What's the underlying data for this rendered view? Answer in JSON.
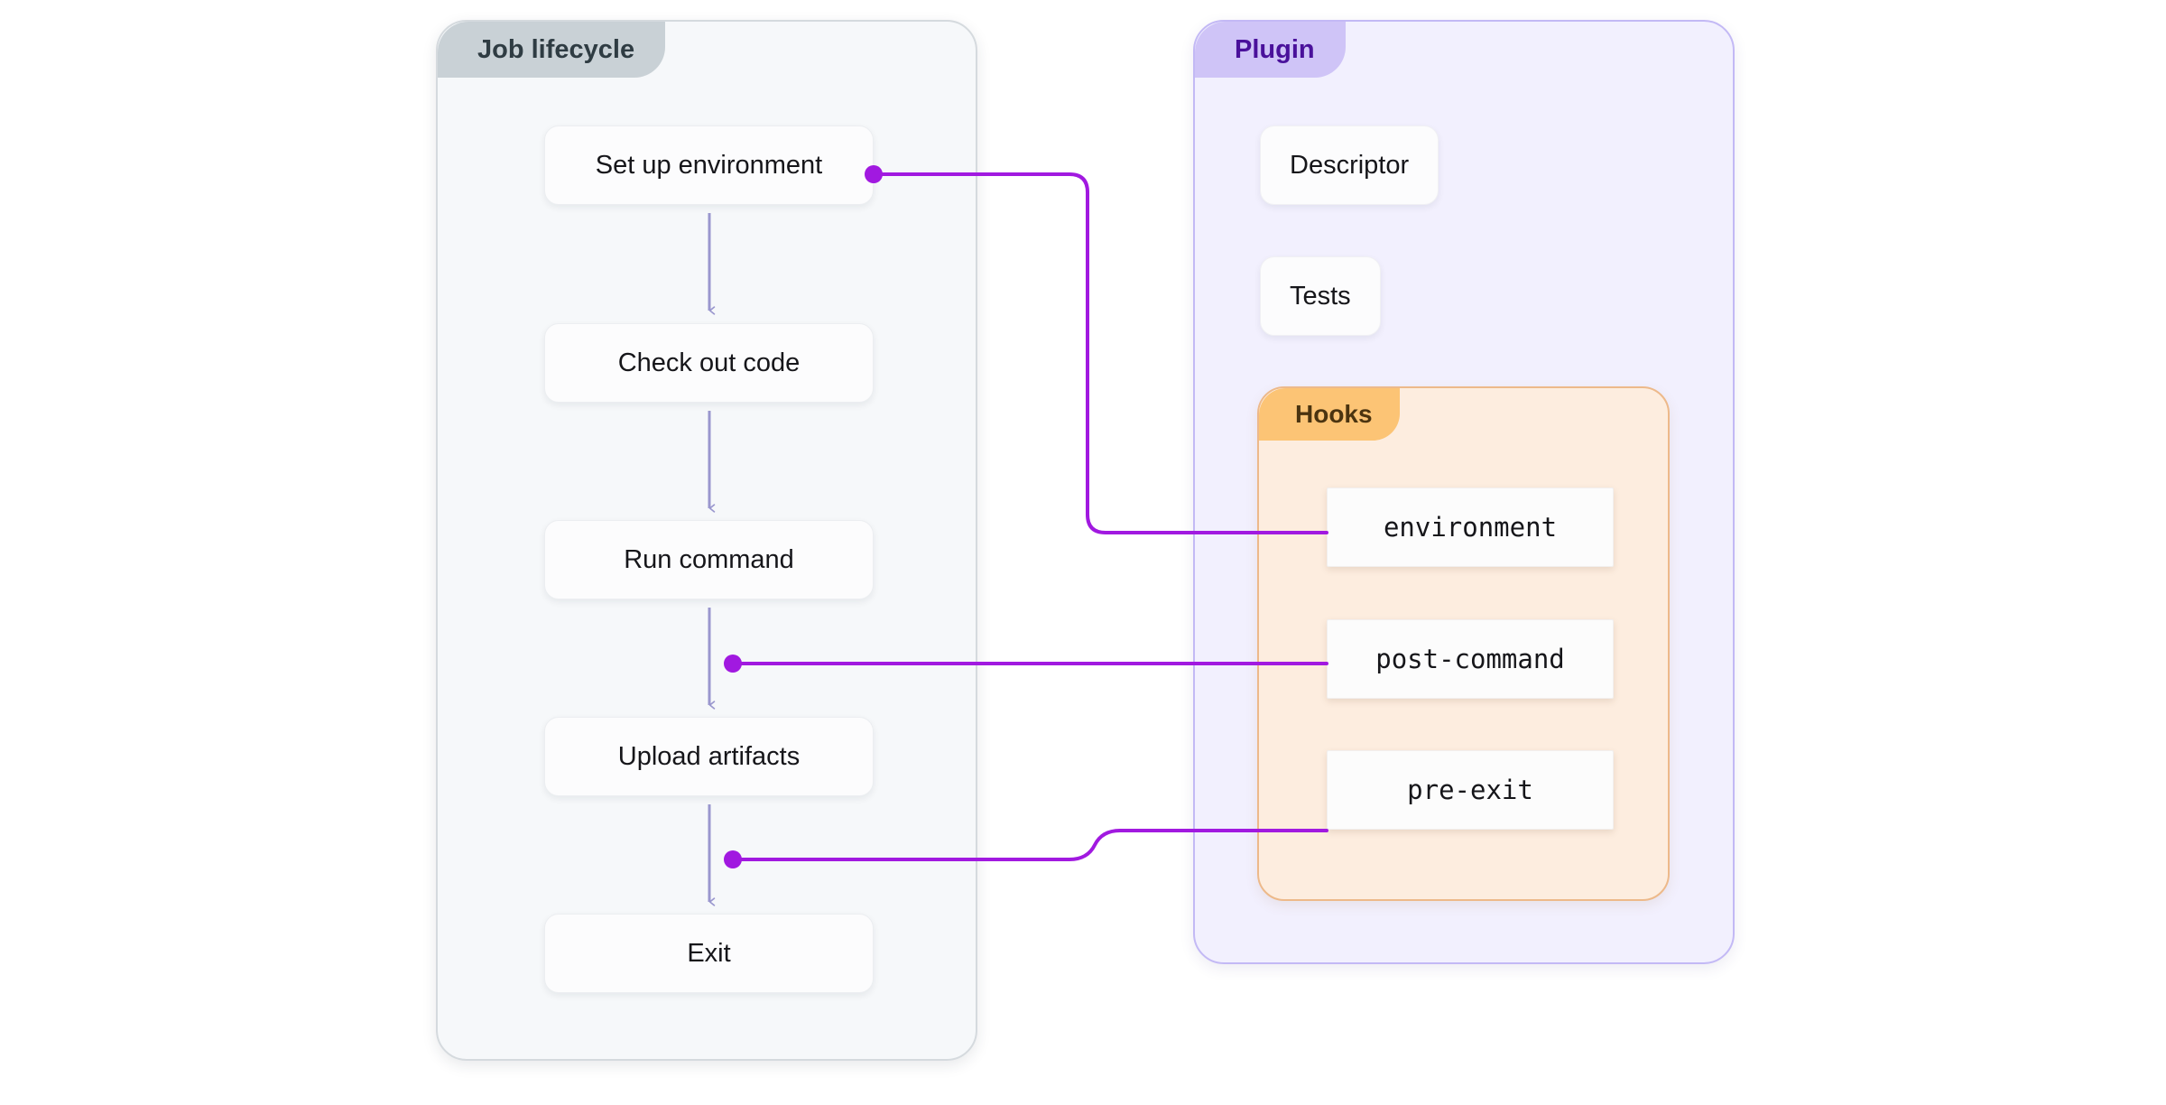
{
  "diagram": {
    "title": "Buildkite job lifecycle and plugin hooks",
    "colors": {
      "lifecycle_panel_bg": "#f6f8fa",
      "lifecycle_panel_border": "#d5dade",
      "lifecycle_tab_bg": "#c9d1d6",
      "lifecycle_tab_text": "#2f3c43",
      "plugin_panel_bg": "#f2f0fe",
      "plugin_panel_border": "#c3b9f5",
      "plugin_tab_bg": "#cfc4f7",
      "plugin_tab_text": "#4a119b",
      "hooks_panel_bg": "#fdeddf",
      "hooks_panel_border": "#edb98a",
      "hooks_tab_bg": "#fcc475",
      "hooks_tab_text": "#4b3410",
      "box_bg": "#fcfcfd",
      "connector_purple": "#a119e0",
      "arrow_lavender": "#9a97ce"
    }
  },
  "lifecycle": {
    "tab_label": "Job lifecycle",
    "steps": [
      {
        "label": "Set up environment"
      },
      {
        "label": "Check out code"
      },
      {
        "label": "Run command"
      },
      {
        "label": "Upload artifacts"
      },
      {
        "label": "Exit"
      }
    ]
  },
  "plugin": {
    "tab_label": "Plugin",
    "items": [
      {
        "label": "Descriptor"
      },
      {
        "label": "Tests"
      }
    ],
    "hooks": {
      "tab_label": "Hooks",
      "items": [
        {
          "label": "environment"
        },
        {
          "label": "post-command"
        },
        {
          "label": "pre-exit"
        }
      ]
    }
  },
  "connections": [
    {
      "from": "Set up environment",
      "to": "environment"
    },
    {
      "from": "Run command",
      "to": "post-command"
    },
    {
      "from": "Upload artifacts",
      "to": "pre-exit"
    }
  ]
}
